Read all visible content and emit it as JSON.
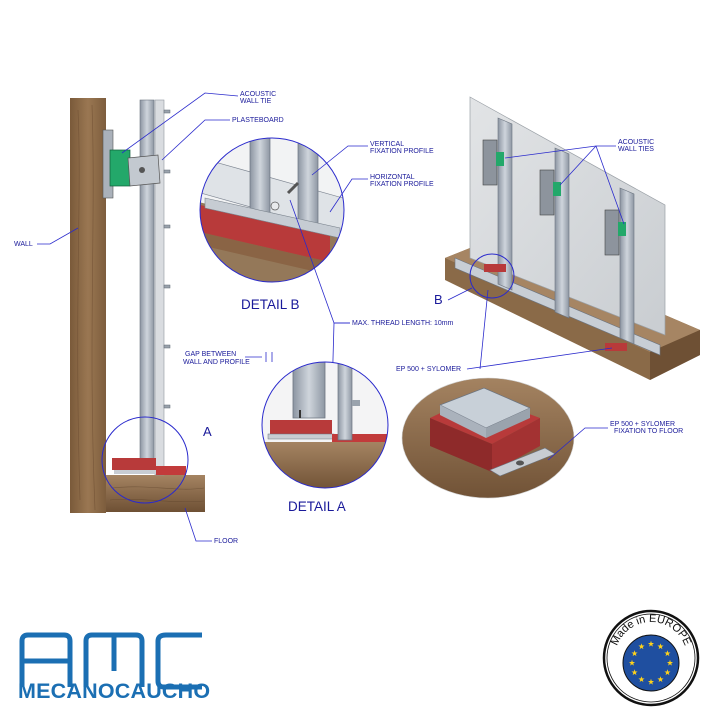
{
  "labels": {
    "acoustic_wall_tie": [
      "ACOUSTIC",
      "WALL TIE"
    ],
    "plasterboard": "PLASTEBOARD",
    "wall": "WALL",
    "vertical_profile": [
      "VERTICAL",
      "FIXATION PROFILE"
    ],
    "horizontal_profile": [
      "HORIZONTAL",
      "FIXATION PROFILE"
    ],
    "detail_b": "DETAIL B",
    "marker_b": "B",
    "max_thread": "MAX. THREAD LENGTH: 10mm",
    "gap": [
      "GAP BETWEEN",
      "WALL AND PROFILE"
    ],
    "marker_a": "A",
    "detail_a": "DETAIL A",
    "floor": "FLOOR",
    "acoustic_wall_ties": [
      "ACOUSTIC",
      "WALL TIES"
    ],
    "ep500_sylomer": "EP 500 + SYLOMER",
    "ep500_fixation": [
      "EP 500 + SYLOMER",
      "FIXATION TO FLOOR"
    ]
  },
  "brand": {
    "logo_letters": "AMC",
    "wordmark": "MECANOCAUCHO",
    "badge_text": "Made in EUROPE"
  },
  "colors": {
    "annotation": "#1a1a9a",
    "brand_blue": "#1b6fb3",
    "wood": "#8a6a48",
    "rubber_red": "#b83a3a",
    "metal": "#a9b1bc",
    "eu_blue": "#1f4fa0",
    "eu_star": "#ffd21a"
  }
}
